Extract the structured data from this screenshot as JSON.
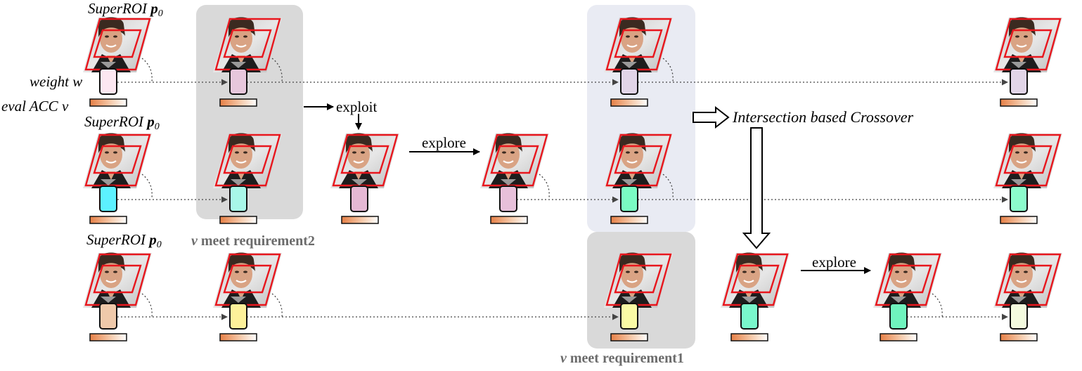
{
  "labels": {
    "superroi_prefix": "SuperROI ",
    "superroi_p": "p",
    "superroi_sub": "0",
    "weight_prefix": "weight ",
    "weight_var": "w",
    "eval_prefix": "eval ACC ",
    "eval_var": "v",
    "exploit": "exploit",
    "explore": "explore",
    "crossover": "Intersection based Crossover",
    "req2_v": "v",
    "req2_text": " meet requirement2",
    "req1_v": "v",
    "req1_text": " meet requirement1"
  },
  "colors": {
    "highlight_gray": "#d9d9d9",
    "highlight_blue": "#e9ebf3",
    "roi_red": "#e8161d",
    "bar_orange": "#e57f46",
    "requirement_text": "#6b6b6b",
    "weight_row1": [
      "#fce7f1",
      "#e7c7dc",
      "#e2d5e8",
      "#e2d5e8"
    ],
    "weight_row2": [
      "#5cf1ff",
      "#a8f7e8",
      "#e5b8d4",
      "#e7c0da",
      "#7afbc3",
      "#8cfccc"
    ],
    "weight_row3": [
      "#efc9aa",
      "#fdf19a",
      "#fafba5",
      "#79f7cc",
      "#6ff4be",
      "#f4fbdf"
    ]
  },
  "icons": {
    "face": "face-image-icon",
    "weight": "weight-card-icon",
    "bar": "accuracy-bar-icon"
  }
}
